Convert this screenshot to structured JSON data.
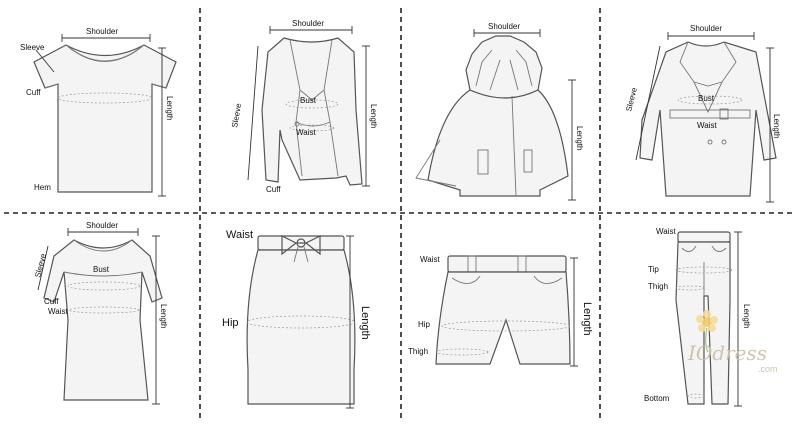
{
  "panels": {
    "tshirt": {
      "shoulder": "Shoulder",
      "sleeve": "Sleeve",
      "cuff": "Cuff",
      "length": "Length",
      "hem": "Hem"
    },
    "blazer": {
      "shoulder": "Shoulder",
      "sleeve": "Sleeve",
      "bust": "Bust",
      "waist": "Waist",
      "length": "Length",
      "cuff": "Cuff"
    },
    "cape": {
      "shoulder": "Shoulder",
      "length": "Length"
    },
    "coat": {
      "shoulder": "Shoulder",
      "sleeve": "Sleeve",
      "bust": "Bust",
      "waist": "Waist",
      "length": "Length"
    },
    "dress": {
      "shoulder": "Shoulder",
      "sleeve": "Sleeve",
      "bust": "Bust",
      "cuff": "Cuff",
      "waist": "Waist",
      "length": "Length"
    },
    "skirt": {
      "waist": "Waist",
      "hip": "Hip",
      "length": "Length"
    },
    "shorts": {
      "waist": "Waist",
      "hip": "Hip",
      "thigh": "Thigh",
      "length": "Length"
    },
    "pants": {
      "waist": "Waist",
      "tip": "Tip",
      "thigh": "Thigh",
      "length": "Length",
      "bottom": "Bottom"
    }
  },
  "watermark": {
    "brand": "IOdress",
    "domain": ".com"
  },
  "colors": {
    "outline": "#555555",
    "grid": "#222222",
    "watermark": "#c9c0a6"
  }
}
